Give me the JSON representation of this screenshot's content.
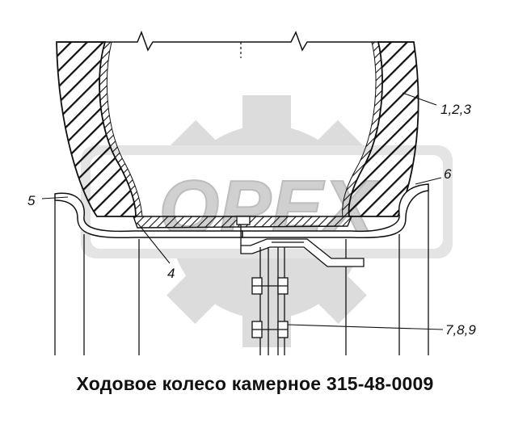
{
  "caption": "Ходовое колесо камерное 315-48-0009",
  "watermark": "ОРЕХ",
  "callouts": [
    {
      "id": "c123",
      "text": "1,2,3"
    },
    {
      "id": "c4",
      "text": "4"
    },
    {
      "id": "c5",
      "text": "5"
    },
    {
      "id": "c6",
      "text": "6"
    },
    {
      "id": "c789",
      "text": "7,8,9"
    }
  ],
  "colors": {
    "line": "#111111",
    "watermark": "#d6d6d6",
    "background": "#ffffff"
  }
}
